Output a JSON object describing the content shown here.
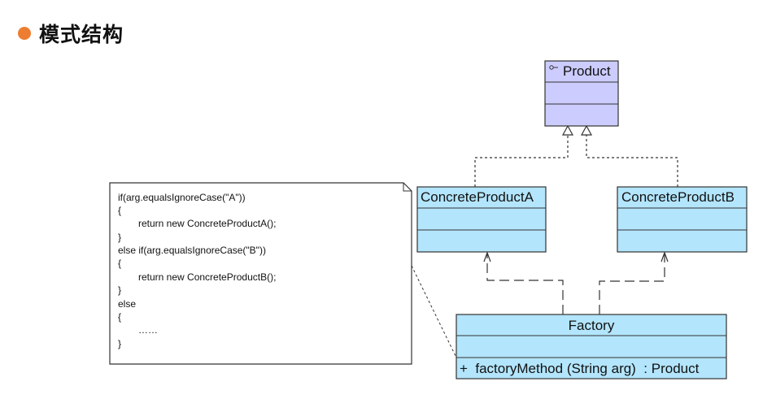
{
  "page": {
    "title": "模式结构",
    "bullet_color": "#ed7d31"
  },
  "diagram": {
    "type": "UML class diagram",
    "colors": {
      "interface_fill": "#ccccff",
      "class_fill": "#b3e5fc",
      "border": "#333333",
      "note_fill": "#ffffff"
    },
    "classes": {
      "product": {
        "name": "Product",
        "stereotype_icon": "interface-icon",
        "attributes": [],
        "operations": []
      },
      "concrete_a": {
        "name": "ConcreteProductA",
        "attributes": [],
        "operations": []
      },
      "concrete_b": {
        "name": "ConcreteProductB",
        "attributes": [],
        "operations": []
      },
      "factory": {
        "name": "Factory",
        "attributes": [],
        "operations": [
          "+  factoryMethod (String arg)  : Product"
        ]
      }
    },
    "relations": [
      {
        "from": "ConcreteProductA",
        "to": "Product",
        "kind": "realization"
      },
      {
        "from": "ConcreteProductB",
        "to": "Product",
        "kind": "realization"
      },
      {
        "from": "Factory",
        "to": "ConcreteProductA",
        "kind": "dependency"
      },
      {
        "from": "Factory",
        "to": "ConcreteProductB",
        "kind": "dependency"
      },
      {
        "from": "note",
        "to": "Factory.factoryMethod",
        "kind": "note-anchor"
      }
    ],
    "note": {
      "lines": [
        "if(arg.equalsIgnoreCase(\"A\"))",
        "{",
        "return new ConcreteProductA();",
        "}",
        "else if(arg.equalsIgnoreCase(\"B\"))",
        "{",
        "return new ConcreteProductB();",
        "}",
        "else",
        "{",
        "……",
        "}"
      ]
    }
  }
}
